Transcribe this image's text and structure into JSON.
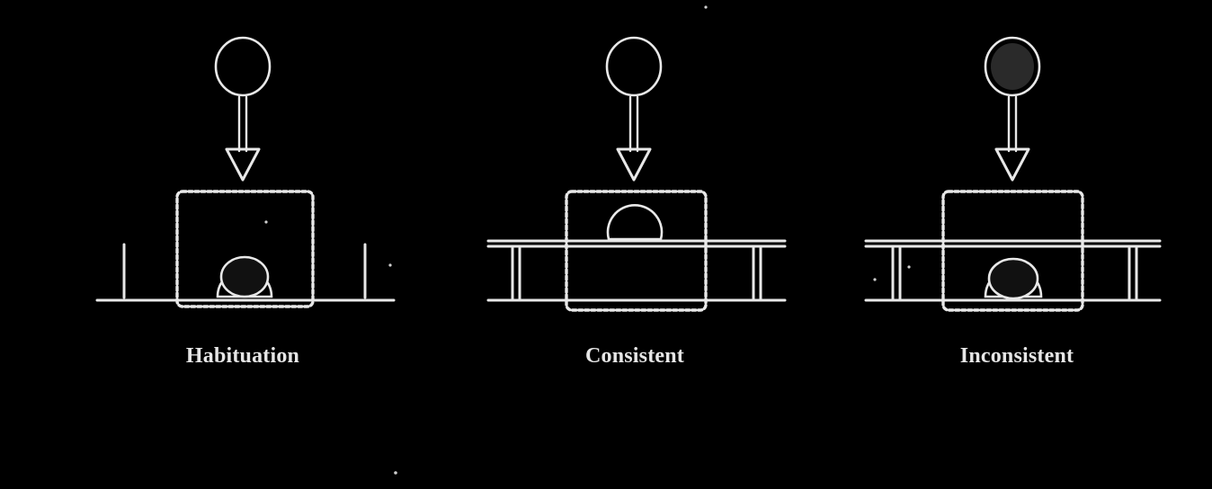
{
  "panels": [
    {
      "id": "habituation",
      "label": "Habituation"
    },
    {
      "id": "consistent",
      "label": "Consistent"
    },
    {
      "id": "inconsistent",
      "label": "Inconsistent"
    }
  ],
  "colors": {
    "background": "#000000",
    "stroke": "#e8e8e8",
    "text": "#e6e6e6"
  }
}
